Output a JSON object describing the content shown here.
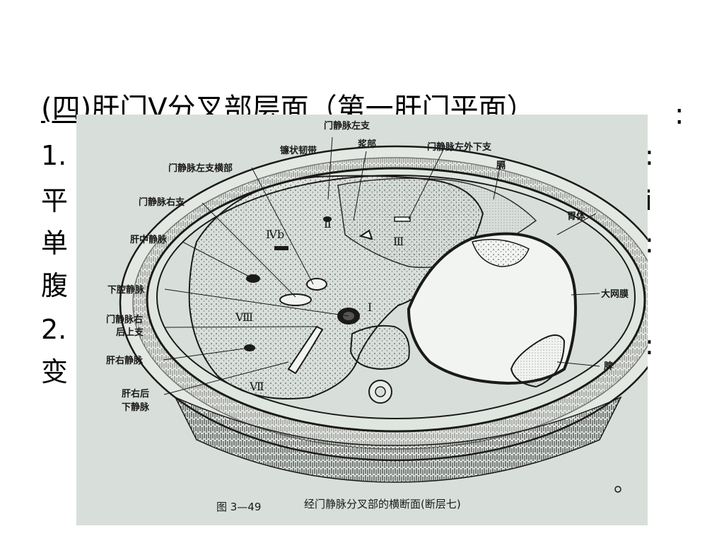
{
  "slide": {
    "title": "(四)肝门V分叉部层面（第一肝门平面）",
    "title_colon": ":",
    "body_lines": [
      "1.",
      "平",
      "单",
      "腹",
      "2.",
      "变"
    ],
    "right_fragments": [
      ":",
      "i",
      ":",
      ":"
    ]
  },
  "figure": {
    "labels": {
      "portal_left_branch": "门静脉左支",
      "angle_part": "浆部",
      "falciform_ligament": "镰状韧带",
      "portal_left_outer_lower": "门静脉左外下支",
      "diaphragm": "膈",
      "portal_left_transverse": "门静脉左支横部",
      "portal_right_branch": "门静脉右支",
      "stomach_body": "胃体",
      "middle_hepatic_vein": "肝中静脉",
      "ivc": "下腔静脉",
      "greater_omentum": "大网膜",
      "portal_right_post_sup_1": "门静脉右",
      "portal_right_post_sup_2": "后上支",
      "right_hepatic_vein": "肝右静脉",
      "spleen": "脾",
      "right_post_inf_hv_1": "肝右后",
      "right_post_inf_hv_2": "下静脉"
    },
    "segments": {
      "s4b": "Ⅳb",
      "s2": "Ⅱ",
      "s3": "Ⅲ",
      "s1": "Ⅰ",
      "s8": "Ⅷ",
      "s7": "Ⅶ"
    },
    "caption_number": "图 3—49",
    "caption_text": "经门静脉分叉部的横断面(断层七)"
  }
}
